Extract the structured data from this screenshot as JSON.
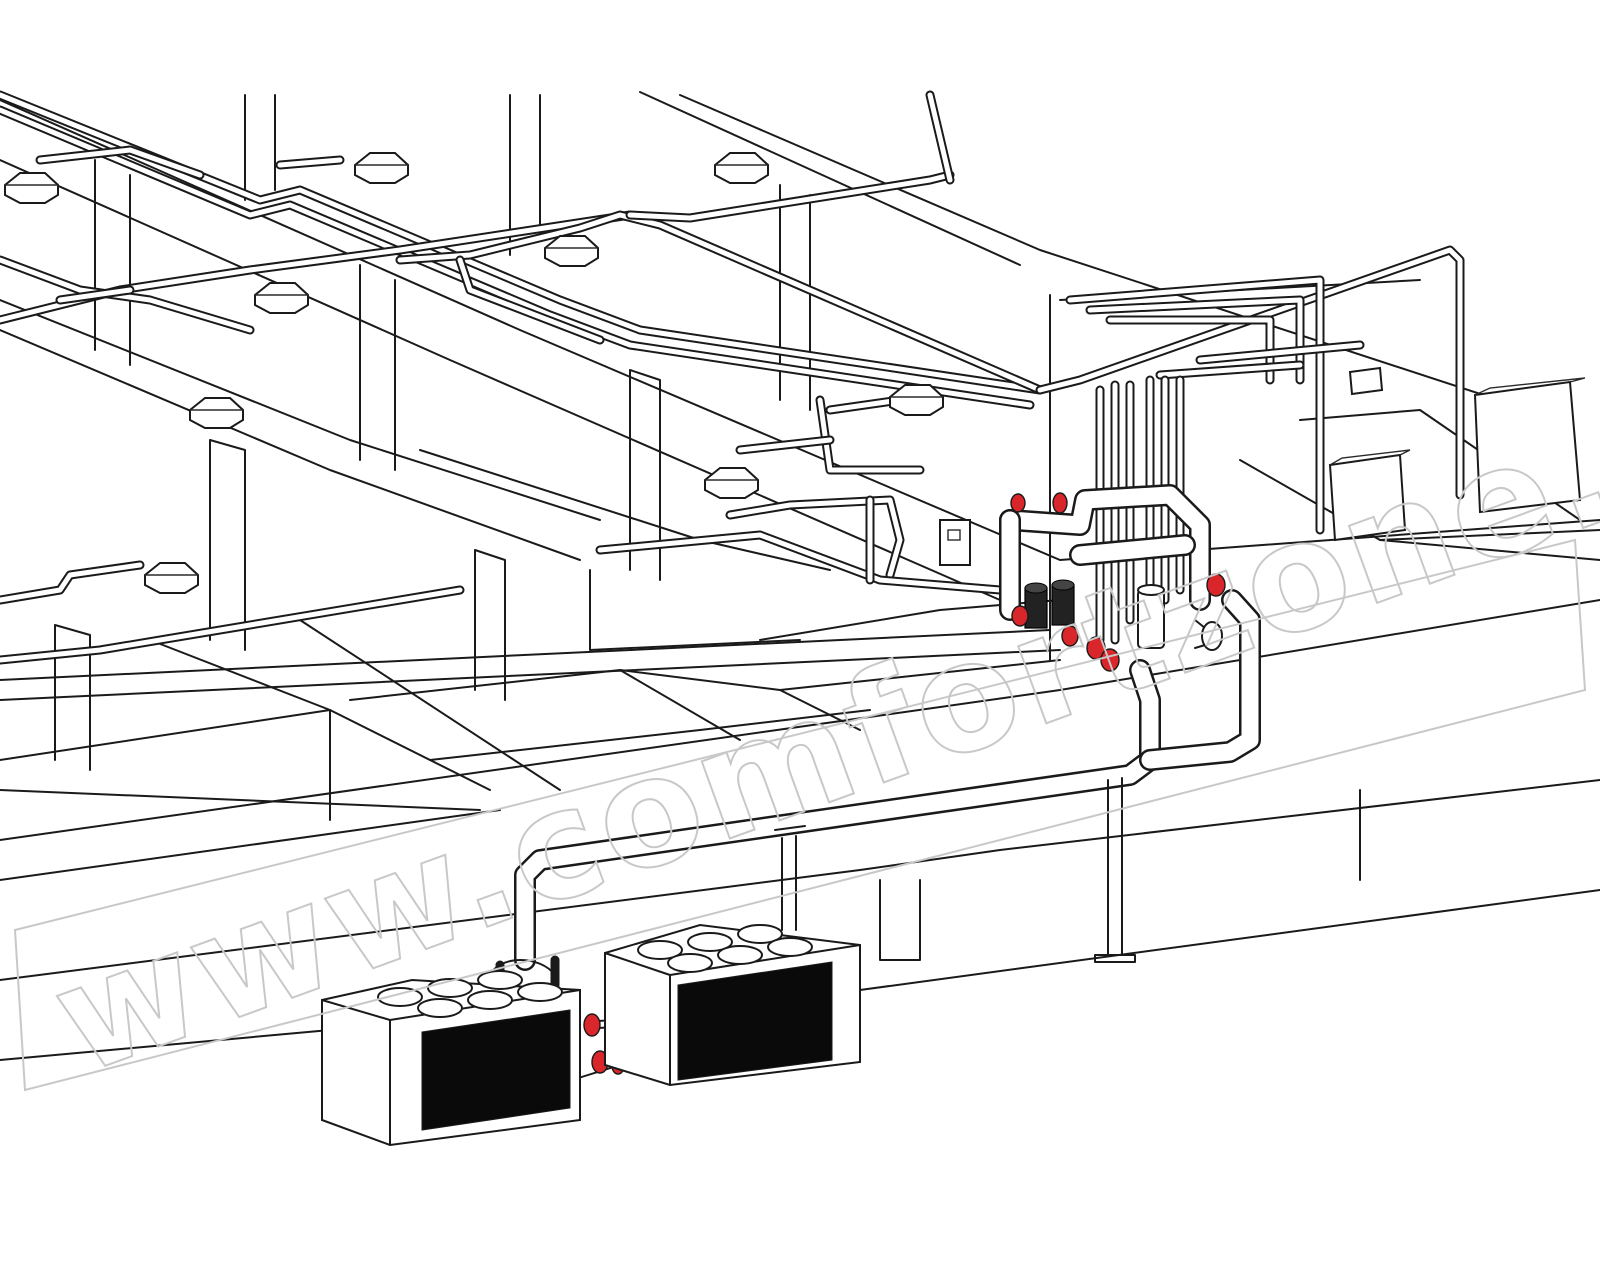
{
  "watermark": {
    "text": "www.comfortzone.ru",
    "color": "#c8c8c8"
  },
  "colors": {
    "line": "#1a1a1a",
    "valve": "#d9262a",
    "coil": "#0a0a0a",
    "background": "#ffffff"
  },
  "components": {
    "ceiling_cassettes": 9,
    "outdoor_units": 2,
    "fans_per_unit": 6,
    "circulation_pumps": 2
  }
}
